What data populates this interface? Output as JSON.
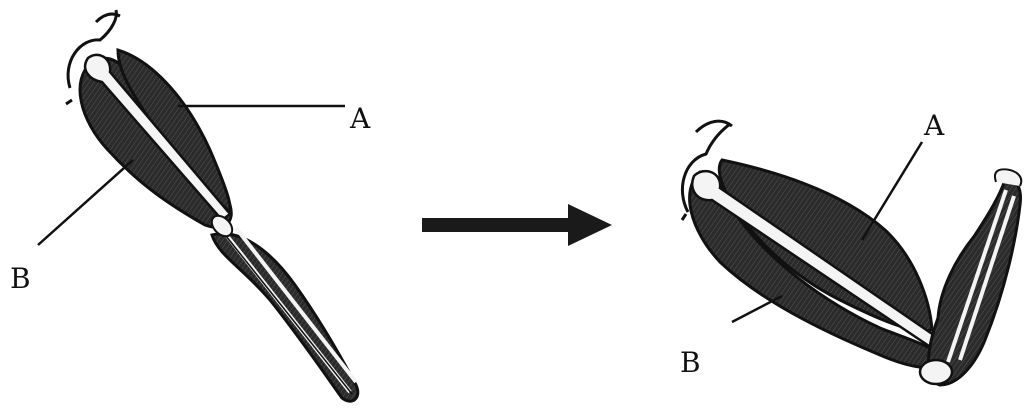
{
  "labels": {
    "left_a": "A",
    "left_b": "B",
    "right_a": "A",
    "right_b": "B"
  },
  "colors": {
    "ink": "#1a1a1a",
    "muscle": "#2a2a2a",
    "bone": "#f4f4f4",
    "background": "#ffffff"
  }
}
